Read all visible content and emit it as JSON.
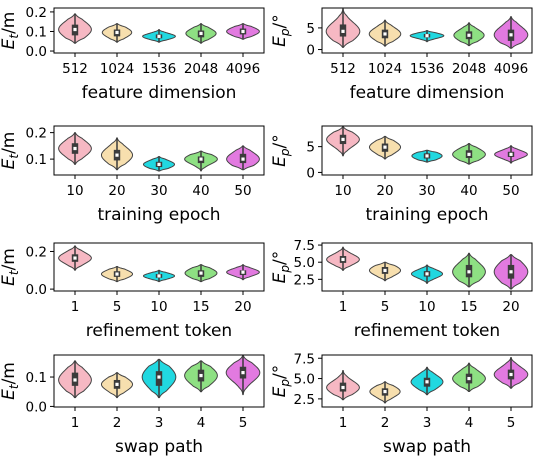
{
  "palette": [
    "#f6b8c3",
    "#f7dfae",
    "#21d8e0",
    "#8ee083",
    "#e27ae0"
  ],
  "chart_data": [
    {
      "type": "violin",
      "xlabel": "feature dimension",
      "ylabel_main": "E",
      "ylabel_sub": "t",
      "ylabel_unit": "/m",
      "categories": [
        "512",
        "1024",
        "1536",
        "2048",
        "4096"
      ],
      "ylim": [
        -0.01,
        0.22
      ],
      "yticks": [
        0.0,
        0.1,
        0.2
      ],
      "ytick_labels": [
        "0.0",
        "0.1",
        "0.2"
      ],
      "series": [
        {
          "min": 0.04,
          "q1": 0.08,
          "median": 0.11,
          "q3": 0.135,
          "max": 0.19,
          "width": 0.78
        },
        {
          "min": 0.045,
          "q1": 0.075,
          "median": 0.095,
          "q3": 0.11,
          "max": 0.14,
          "width": 0.7
        },
        {
          "min": 0.045,
          "q1": 0.065,
          "median": 0.075,
          "q3": 0.085,
          "max": 0.11,
          "width": 0.78
        },
        {
          "min": 0.04,
          "q1": 0.07,
          "median": 0.09,
          "q3": 0.105,
          "max": 0.14,
          "width": 0.72
        },
        {
          "min": 0.06,
          "q1": 0.085,
          "median": 0.1,
          "q3": 0.115,
          "max": 0.14,
          "width": 0.78
        }
      ]
    },
    {
      "type": "violin",
      "xlabel": "feature dimension",
      "ylabel_main": "E",
      "ylabel_sub": "p",
      "ylabel_unit": "/°",
      "categories": [
        "512",
        "1024",
        "1536",
        "2048",
        "4096"
      ],
      "ylim": [
        -0.8,
        9.6
      ],
      "yticks": [
        0,
        5
      ],
      "ytick_labels": [
        "0",
        "5"
      ],
      "series": [
        {
          "min": 0.5,
          "q1": 3.0,
          "median": 4.2,
          "q3": 5.8,
          "max": 9.4,
          "width": 0.8
        },
        {
          "min": 0.8,
          "q1": 2.6,
          "median": 3.6,
          "q3": 4.6,
          "max": 6.8,
          "width": 0.75
        },
        {
          "min": 1.8,
          "q1": 2.8,
          "median": 3.2,
          "q3": 3.6,
          "max": 4.4,
          "width": 0.8
        },
        {
          "min": 0.9,
          "q1": 2.4,
          "median": 3.3,
          "q3": 4.2,
          "max": 6.2,
          "width": 0.72
        },
        {
          "min": 0.3,
          "q1": 2.0,
          "median": 3.4,
          "q3": 4.6,
          "max": 7.6,
          "width": 0.8
        }
      ]
    },
    {
      "type": "violin",
      "xlabel": "training epoch",
      "ylabel_main": "E",
      "ylabel_sub": "t",
      "ylabel_unit": "/m",
      "categories": [
        "10",
        "20",
        "30",
        "40",
        "50"
      ],
      "ylim": [
        0.04,
        0.225
      ],
      "yticks": [
        0.1,
        0.2
      ],
      "ytick_labels": [
        "0.1",
        "0.2"
      ],
      "series": [
        {
          "min": 0.08,
          "q1": 0.12,
          "median": 0.14,
          "q3": 0.16,
          "max": 0.2,
          "width": 0.78
        },
        {
          "min": 0.06,
          "q1": 0.095,
          "median": 0.115,
          "q3": 0.135,
          "max": 0.18,
          "width": 0.74
        },
        {
          "min": 0.055,
          "q1": 0.07,
          "median": 0.08,
          "q3": 0.09,
          "max": 0.11,
          "width": 0.74
        },
        {
          "min": 0.055,
          "q1": 0.085,
          "median": 0.1,
          "q3": 0.11,
          "max": 0.13,
          "width": 0.78
        },
        {
          "min": 0.06,
          "q1": 0.085,
          "median": 0.1,
          "q3": 0.12,
          "max": 0.15,
          "width": 0.78
        }
      ]
    },
    {
      "type": "violin",
      "xlabel": "training epoch",
      "ylabel_main": "E",
      "ylabel_sub": "p",
      "ylabel_unit": "/°",
      "categories": [
        "10",
        "20",
        "30",
        "40",
        "50"
      ],
      "ylim": [
        -0.5,
        9.0
      ],
      "yticks": [
        0,
        5
      ],
      "ytick_labels": [
        "0",
        "5"
      ],
      "series": [
        {
          "min": 3.2,
          "q1": 5.5,
          "median": 6.4,
          "q3": 7.3,
          "max": 8.8,
          "width": 0.78
        },
        {
          "min": 2.6,
          "q1": 4.0,
          "median": 4.9,
          "q3": 5.6,
          "max": 7.0,
          "width": 0.74
        },
        {
          "min": 2.0,
          "q1": 2.7,
          "median": 3.2,
          "q3": 3.7,
          "max": 4.3,
          "width": 0.72
        },
        {
          "min": 1.6,
          "q1": 2.8,
          "median": 3.5,
          "q3": 4.3,
          "max": 5.6,
          "width": 0.78
        },
        {
          "min": 1.8,
          "q1": 3.0,
          "median": 3.5,
          "q3": 4.0,
          "max": 5.2,
          "width": 0.78
        }
      ]
    },
    {
      "type": "violin",
      "xlabel": "refinement token",
      "ylabel_main": "E",
      "ylabel_sub": "t",
      "ylabel_unit": "/m",
      "categories": [
        "1",
        "5",
        "10",
        "15",
        "20"
      ],
      "ylim": [
        -0.01,
        0.245
      ],
      "yticks": [
        0.0,
        0.2
      ],
      "ytick_labels": [
        "0.0",
        "0.2"
      ],
      "series": [
        {
          "min": 0.1,
          "q1": 0.145,
          "median": 0.165,
          "q3": 0.185,
          "max": 0.23,
          "width": 0.78
        },
        {
          "min": 0.04,
          "q1": 0.065,
          "median": 0.08,
          "q3": 0.095,
          "max": 0.12,
          "width": 0.74
        },
        {
          "min": 0.04,
          "q1": 0.06,
          "median": 0.07,
          "q3": 0.08,
          "max": 0.1,
          "width": 0.74
        },
        {
          "min": 0.04,
          "q1": 0.065,
          "median": 0.085,
          "q3": 0.1,
          "max": 0.13,
          "width": 0.76
        },
        {
          "min": 0.05,
          "q1": 0.075,
          "median": 0.09,
          "q3": 0.1,
          "max": 0.13,
          "width": 0.78
        }
      ]
    },
    {
      "type": "violin",
      "xlabel": "refinement token",
      "ylabel_main": "E",
      "ylabel_sub": "p",
      "ylabel_unit": "/°",
      "categories": [
        "1",
        "5",
        "10",
        "15",
        "20"
      ],
      "ylim": [
        0.8,
        7.8
      ],
      "yticks": [
        2.5,
        5.0,
        7.5
      ],
      "ytick_labels": [
        "2.5",
        "5.0",
        "7.5"
      ],
      "series": [
        {
          "min": 3.8,
          "q1": 4.9,
          "median": 5.4,
          "q3": 5.9,
          "max": 7.2,
          "width": 0.78
        },
        {
          "min": 2.3,
          "q1": 3.3,
          "median": 3.8,
          "q3": 4.3,
          "max": 5.0,
          "width": 0.74
        },
        {
          "min": 1.9,
          "q1": 2.9,
          "median": 3.3,
          "q3": 3.7,
          "max": 4.6,
          "width": 0.74
        },
        {
          "min": 1.4,
          "q1": 2.8,
          "median": 3.6,
          "q3": 4.6,
          "max": 6.3,
          "width": 0.78
        },
        {
          "min": 1.1,
          "q1": 2.6,
          "median": 3.6,
          "q3": 4.6,
          "max": 6.1,
          "width": 0.8
        }
      ]
    },
    {
      "type": "violin",
      "xlabel": "swap path",
      "ylabel_main": "E",
      "ylabel_sub": "t",
      "ylabel_unit": "/m",
      "categories": [
        "1",
        "2",
        "3",
        "4",
        "5"
      ],
      "ylim": [
        -0.002,
        0.175
      ],
      "yticks": [
        0.0,
        0.1
      ],
      "ytick_labels": [
        "0.0",
        "0.1"
      ],
      "series": [
        {
          "min": 0.03,
          "q1": 0.07,
          "median": 0.09,
          "q3": 0.115,
          "max": 0.155,
          "width": 0.78
        },
        {
          "min": 0.03,
          "q1": 0.06,
          "median": 0.075,
          "q3": 0.09,
          "max": 0.115,
          "width": 0.74
        },
        {
          "min": 0.03,
          "q1": 0.07,
          "median": 0.1,
          "q3": 0.12,
          "max": 0.16,
          "width": 0.8
        },
        {
          "min": 0.05,
          "q1": 0.085,
          "median": 0.105,
          "q3": 0.125,
          "max": 0.155,
          "width": 0.78
        },
        {
          "min": 0.04,
          "q1": 0.095,
          "median": 0.115,
          "q3": 0.135,
          "max": 0.172,
          "width": 0.8
        }
      ]
    },
    {
      "type": "violin",
      "xlabel": "swap path",
      "ylabel_main": "E",
      "ylabel_sub": "p",
      "ylabel_unit": "/°",
      "categories": [
        "1",
        "2",
        "3",
        "4",
        "5"
      ],
      "ylim": [
        1.5,
        7.9
      ],
      "yticks": [
        2.5,
        5.0,
        7.5
      ],
      "ytick_labels": [
        "2.5",
        "5.0",
        "7.5"
      ],
      "series": [
        {
          "min": 2.4,
          "q1": 3.4,
          "median": 3.9,
          "q3": 4.5,
          "max": 6.0,
          "width": 0.78
        },
        {
          "min": 2.0,
          "q1": 2.9,
          "median": 3.4,
          "q3": 3.8,
          "max": 4.6,
          "width": 0.72
        },
        {
          "min": 3.0,
          "q1": 4.0,
          "median": 4.6,
          "q3": 5.1,
          "max": 6.4,
          "width": 0.76
        },
        {
          "min": 3.4,
          "q1": 4.4,
          "median": 5.0,
          "q3": 5.6,
          "max": 6.9,
          "width": 0.78
        },
        {
          "min": 3.8,
          "q1": 4.9,
          "median": 5.5,
          "q3": 6.1,
          "max": 7.6,
          "width": 0.8
        }
      ]
    }
  ]
}
